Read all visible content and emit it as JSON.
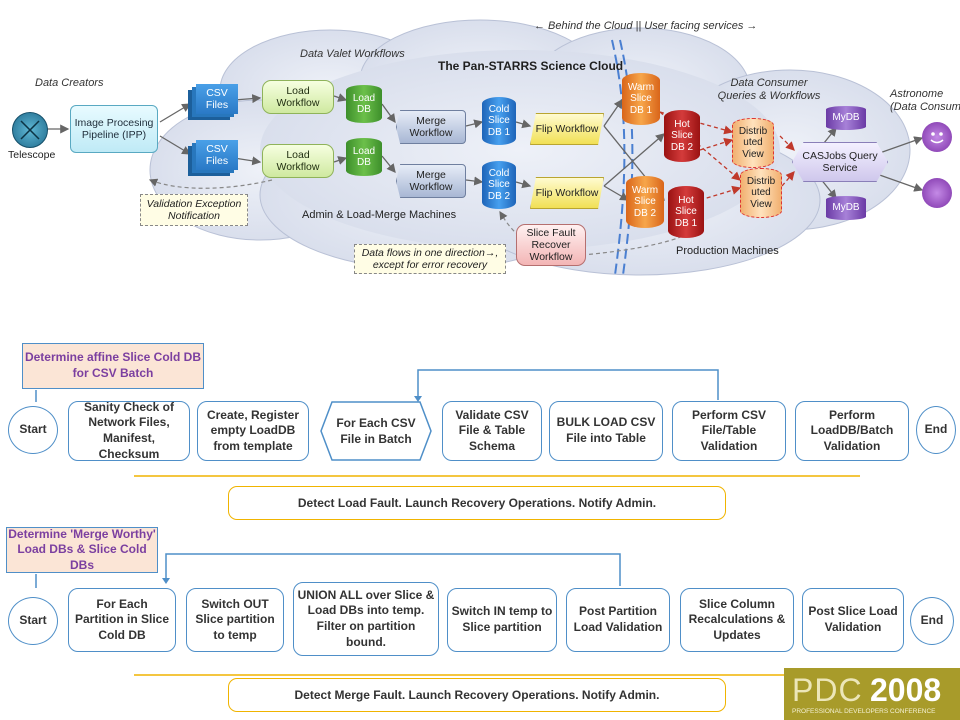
{
  "top": {
    "cloud_title": "The Pan-STARRS Science Cloud",
    "behind_cloud": "← Behind the Cloud",
    "divider": "||",
    "user_facing": "User facing services →",
    "data_valet": "Data Valet Workflows",
    "data_creators": "Data Creators",
    "telescope": "Telescope",
    "ipp": "Image Procesing Pipeline (IPP)",
    "csv_files": "CSV Files",
    "load_workflow": "Load Workflow",
    "load_db": "Load DB",
    "merge_workflow": "Merge Workflow",
    "cold_slice_1": "Cold Slice DB 1",
    "cold_slice_2": "Cold Slice DB 2",
    "flip_workflow": "Flip Workflow",
    "warm_slice_1": "Warm Slice DB 1",
    "warm_slice_2": "Warm Slice DB 2",
    "hot_slice_2": "Hot Slice DB 2",
    "hot_slice_1": "Hot Slice DB 1",
    "distributed_view": "Distrib uted View",
    "data_consumer": "Data Consumer Queries & Workflows",
    "mydb": "MyDB",
    "casjobs": "CASJobs Query Service",
    "astronomers": "Astronome (Data Consum",
    "validation_notice": "Validation Exception Notification",
    "admin_machines": "Admin & Load-Merge Machines",
    "slice_fault": "Slice Fault Recover Workflow",
    "data_flows": "Data flows in one direction→, except for error recovery",
    "production": "Production Machines"
  },
  "load_flow": {
    "note": "Determine affine Slice Cold DB for CSV Batch",
    "start": "Start",
    "steps": [
      "Sanity Check of Network Files, Manifest, Checksum",
      "Create, Register empty LoadDB from template",
      "For Each CSV File in Batch",
      "Validate CSV File & Table Schema",
      "BULK LOAD CSV File into Table",
      "Perform CSV File/Table Validation",
      "Perform LoadDB/Batch Validation"
    ],
    "end": "End",
    "fault": "Detect Load Fault. Launch Recovery Operations. Notify Admin."
  },
  "merge_flow": {
    "note": "Determine 'Merge Worthy' Load DBs & Slice Cold DBs",
    "start": "Start",
    "steps": [
      "For Each Partition in Slice Cold DB",
      "Switch OUT Slice partition to temp",
      "UNION ALL over Slice & Load DBs into temp. Filter on partition bound.",
      "Switch IN temp to Slice partition",
      "Post Partition Load Validation",
      "Slice Column Recalculations & Updates",
      "Post Slice Load Validation"
    ],
    "end": "End",
    "fault": "Detect Merge Fault. Launch Recovery Operations. Notify Admin."
  },
  "logo": {
    "pdc": "PDC",
    "year": "2008",
    "tagline": "PROFESSIONAL DEVELOPERS CONFERENCE"
  }
}
